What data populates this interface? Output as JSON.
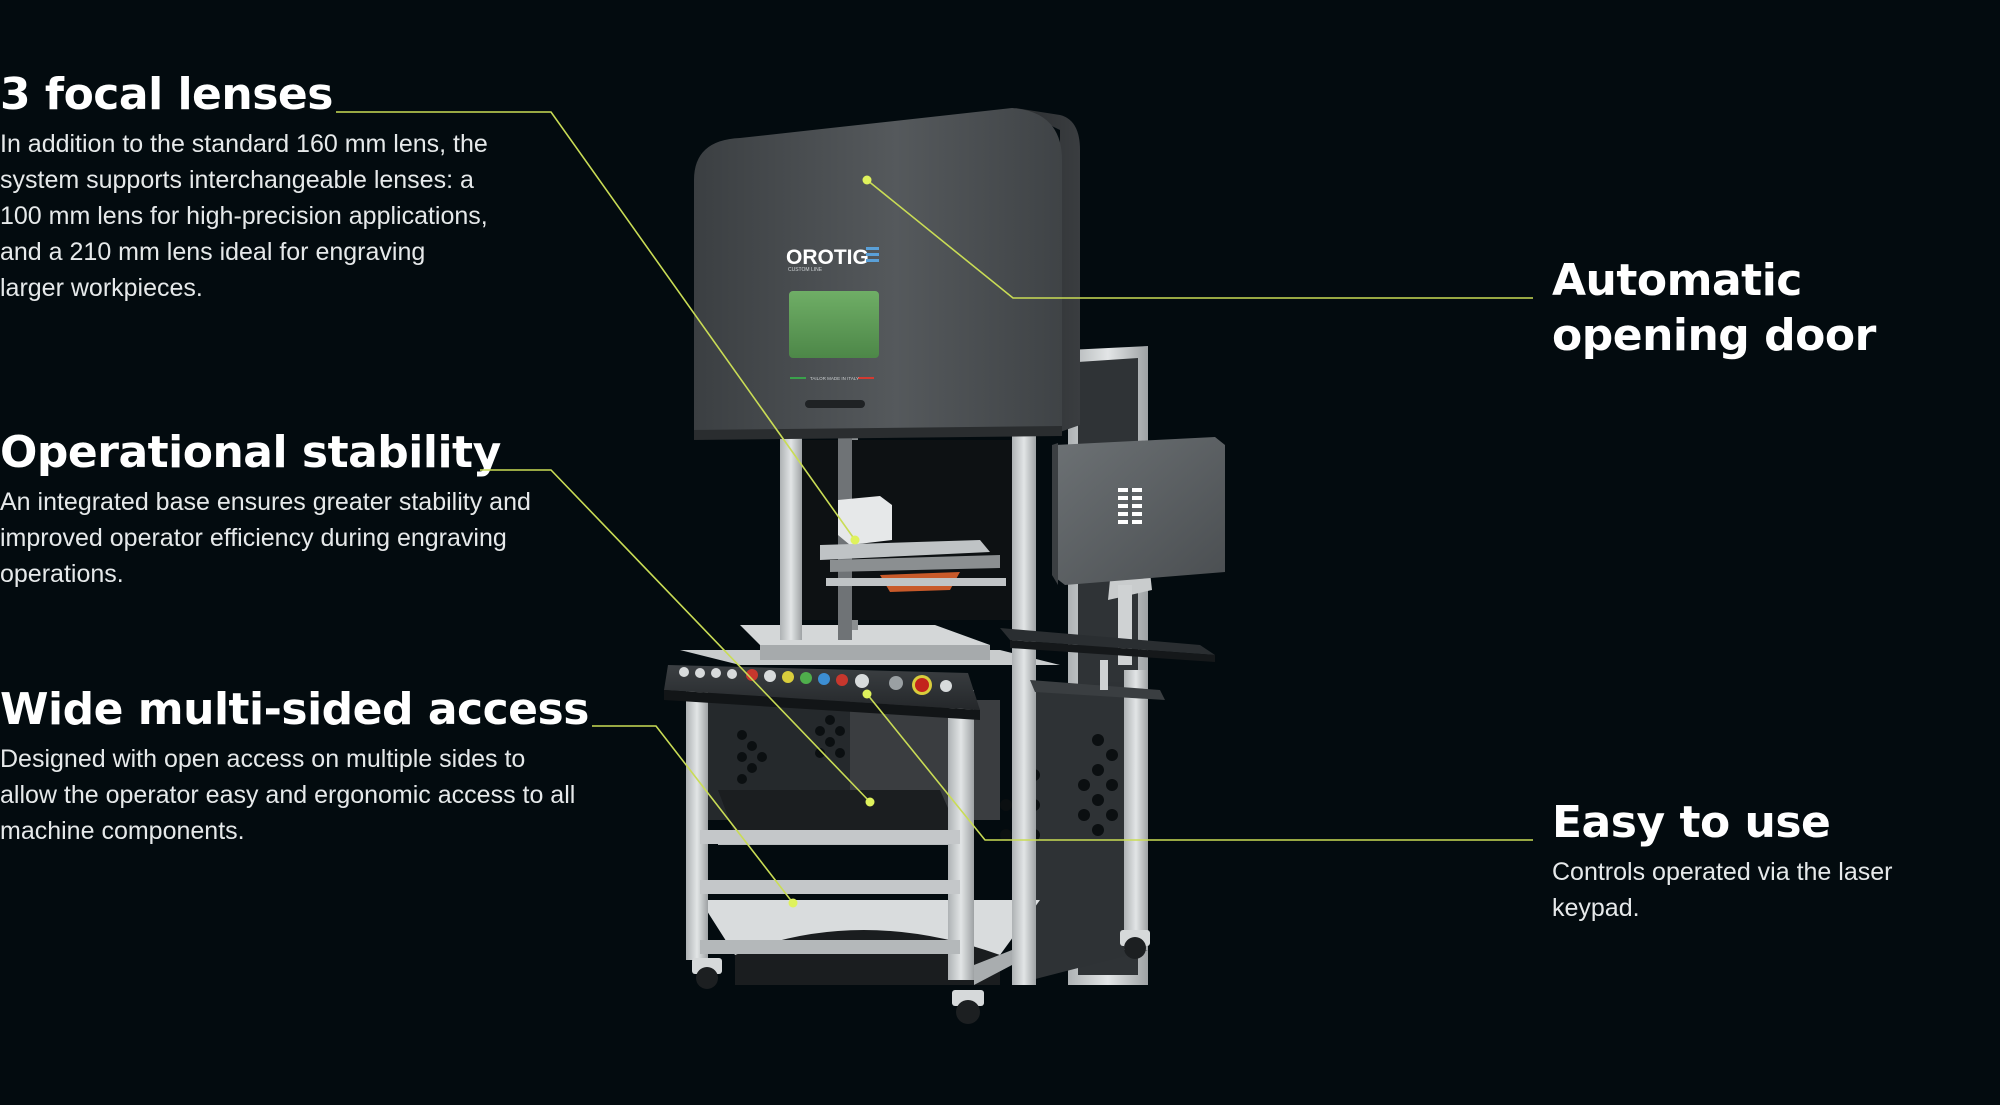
{
  "features": {
    "lenses": {
      "title": "3 focal lenses",
      "description": "In addition to the standard 160 mm lens, the system supports interchangeable lenses: a 100 mm lens for high-precision applications, and a 210 mm lens ideal for engraving larger workpieces."
    },
    "stability": {
      "title": "Operational stability",
      "description": "An integrated base ensures greater stability and improved operator efficiency during engraving operations."
    },
    "access": {
      "title": "Wide multi-sided access",
      "description": "Designed with open access on multiple sides to allow the operator easy and ergonomic access to all machine components."
    },
    "door": {
      "title": "Automatic opening door"
    },
    "easy": {
      "title": "Easy to use",
      "description": "Controls operated via the laser keypad."
    }
  },
  "machine": {
    "brand": "OROTIG",
    "subline": "CUSTOM LINE",
    "footer_mark": "TAILOR MADE IN ITALY"
  },
  "colors": {
    "background": "#030b0f",
    "accent": "#c9dc55",
    "cabinet": "#4a4f52",
    "frame": "#c8ccce",
    "screen": "#5f9b5a"
  },
  "icons": [
    "callout-dot-icon",
    "emergency-stop-icon",
    "monitor-logo-icon"
  ]
}
